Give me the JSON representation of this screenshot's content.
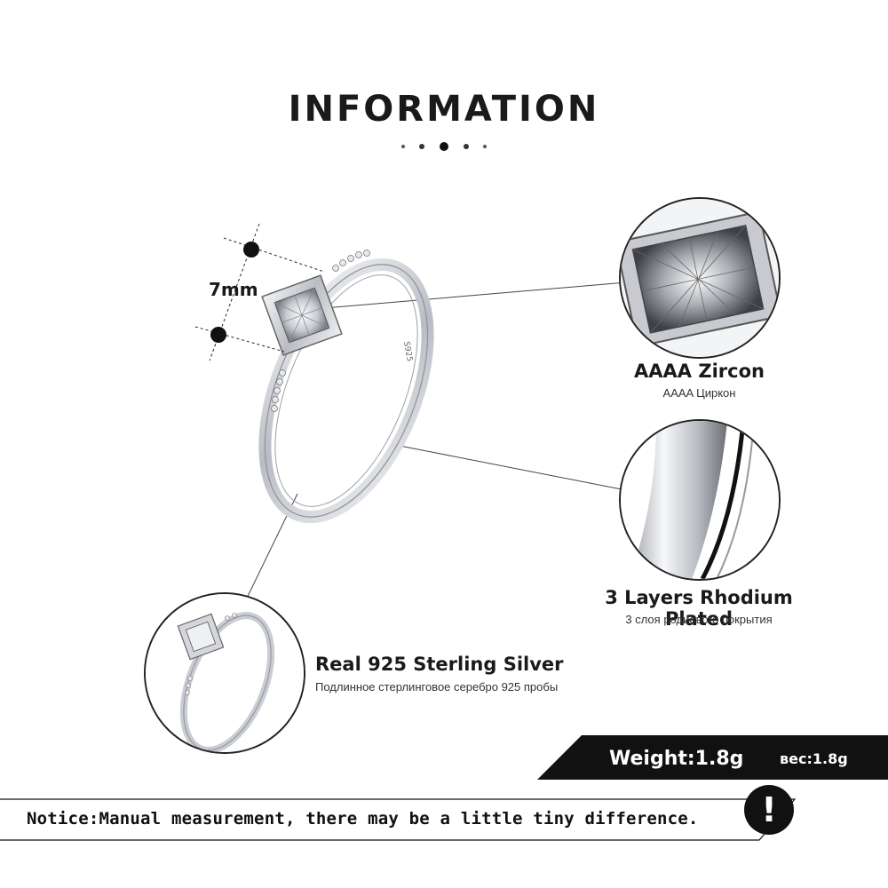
{
  "header": {
    "title": "INFORMATION"
  },
  "ring": {
    "dimension_label": "7mm",
    "stamp": "S925"
  },
  "features": [
    {
      "title": "AAAA Zircon",
      "subtitle": "AAAA Циркон"
    },
    {
      "title": "3 Layers Rhodium Plated",
      "subtitle": "3 слоя родиевого покрытия"
    },
    {
      "title": "Real 925  Sterling  Silver",
      "subtitle": "Подлинное стерлинговое серебро 925 пробы"
    }
  ],
  "weight": {
    "label": "Weight:1.8g",
    "label_ru": "вес:1.8g"
  },
  "notice": {
    "text": "Notice:Manual measurement, there may be a little tiny difference.",
    "icon": "!"
  },
  "colors": {
    "text": "#1a1a1a",
    "banner": "#111111",
    "silver": "#d9dbe0"
  }
}
